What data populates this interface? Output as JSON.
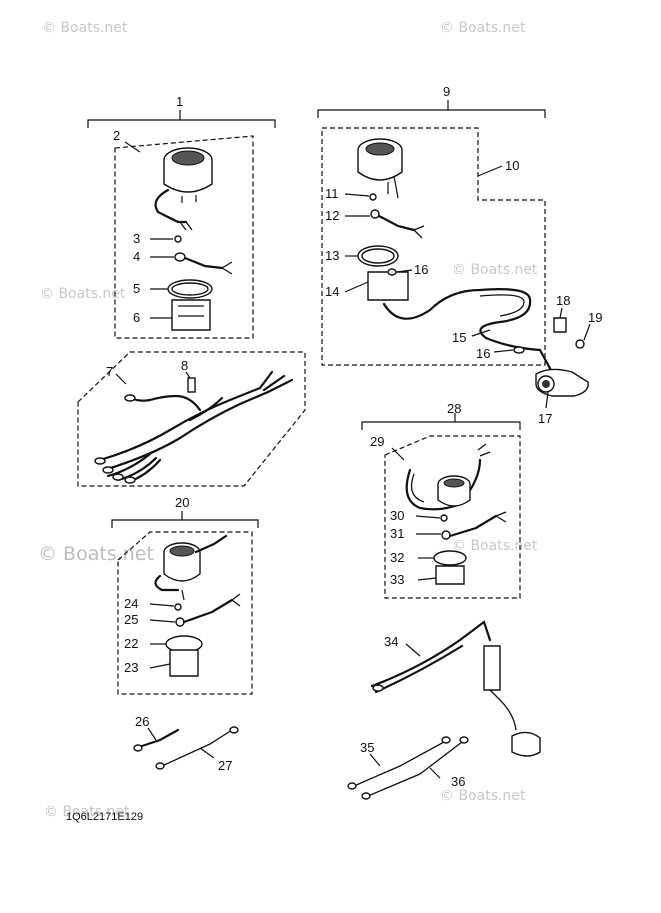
{
  "diagram": {
    "watermark_text": "© Boats.net",
    "drawing_code": "1Q6L2171E129",
    "callouts": [
      "1",
      "2",
      "3",
      "4",
      "5",
      "6",
      "7",
      "8",
      "9",
      "10",
      "11",
      "12",
      "13",
      "14",
      "15",
      "16",
      "16",
      "17",
      "18",
      "19",
      "20",
      "22",
      "23",
      "24",
      "25",
      "26",
      "27",
      "28",
      "29",
      "30",
      "31",
      "32",
      "33",
      "34",
      "35",
      "36"
    ],
    "icons": [
      "gauge-icon",
      "wire-harness-icon",
      "tachometer-icon",
      "sensor-icon"
    ]
  }
}
